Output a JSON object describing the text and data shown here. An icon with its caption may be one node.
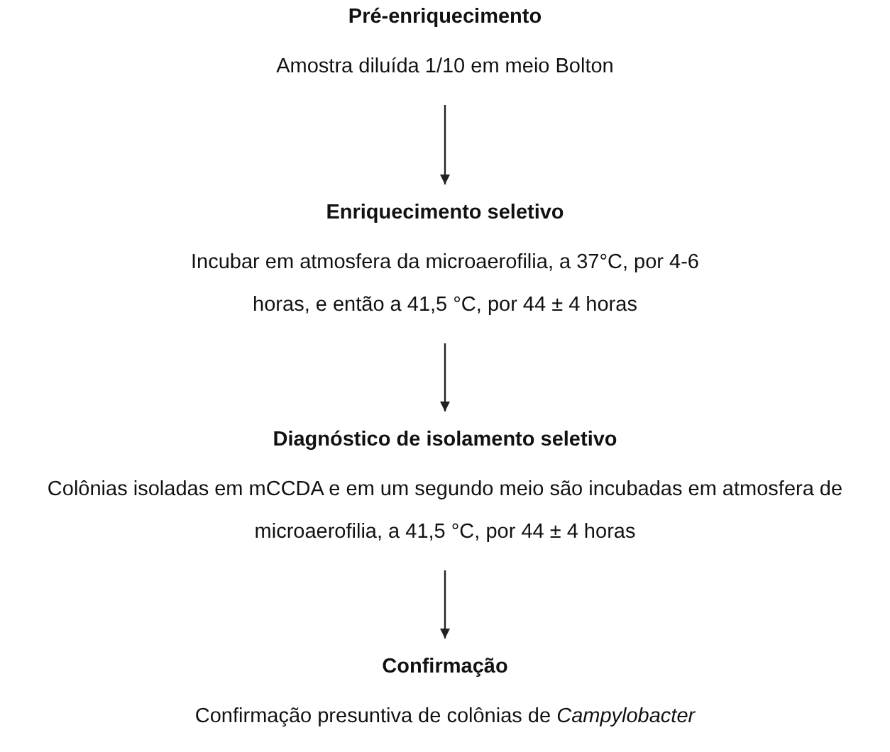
{
  "diagram": {
    "nodes": [
      {
        "text": [
          "Pré-enriquecimento",
          "Amostra diluída 1/10 em meio Bolton"
        ]
      },
      {
        "text": [
          "Enriquecimento seletivo",
          "Incubar em atmosfera da microaerofilia, a 37°C, por 4-6 horas, e então a 41,5 °C, por 44 ± 4 horas"
        ]
      },
      {
        "text": [
          "Diagnóstico de isolamento seletivo",
          "Colônias isoladas em mCCDA e em um segundo meio são incubadas em atmosfera de microaerofilia, a 41,5 °C, por 44 ± 4 horas"
        ]
      },
      {
        "text": [
          "Confirmação",
          "Confirmação presuntiva de colônias de *Campylobacter*"
        ]
      }
    ],
    "edges": [
      {
        "from": 0,
        "to": 1,
        "arrow": "to"
      },
      {
        "from": 1,
        "to": 2,
        "arrow": "to"
      },
      {
        "from": 2,
        "to": 3,
        "arrow": "to"
      }
    ]
  }
}
